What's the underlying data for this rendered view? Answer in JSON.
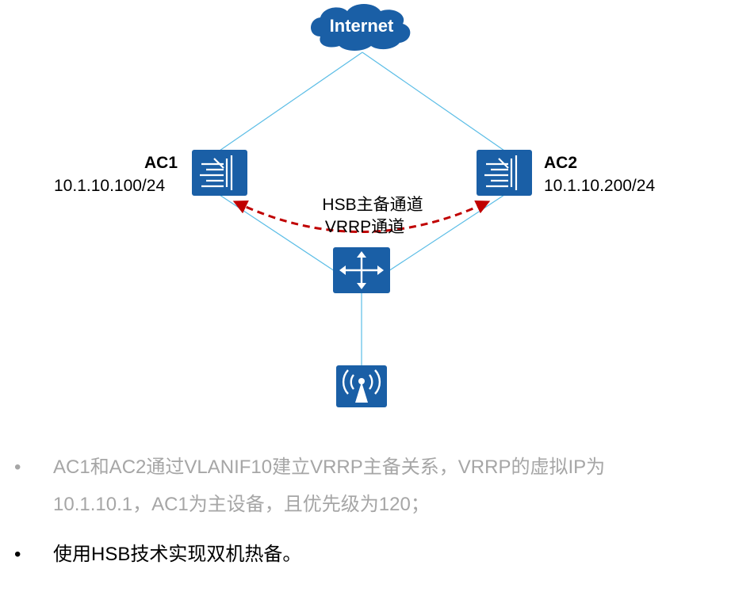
{
  "nodes": {
    "internet": {
      "label": "Internet"
    },
    "ac1": {
      "name": "AC1",
      "ip": "10.1.10.100/24"
    },
    "ac2": {
      "name": "AC2",
      "ip": "10.1.10.200/24"
    },
    "switch": {
      "label": ""
    },
    "ap": {
      "label": ""
    }
  },
  "channels": {
    "line1": "HSB主备通道",
    "line2": "VRRP通道"
  },
  "bullets": [
    {
      "text_line1": "AC1和AC2通过VLANIF10建立VRRP主备关系，VRRP的虚拟IP为",
      "text_line2": "10.1.10.1，AC1为主设备，且优先级为120；"
    },
    {
      "text_line1": "使用HSB技术实现双机热备。"
    }
  ],
  "colors": {
    "device_blue": "#1a5fa6",
    "link": "#5bbde6",
    "dashed": "#c00000",
    "muted_text": "#a6a6a6"
  }
}
